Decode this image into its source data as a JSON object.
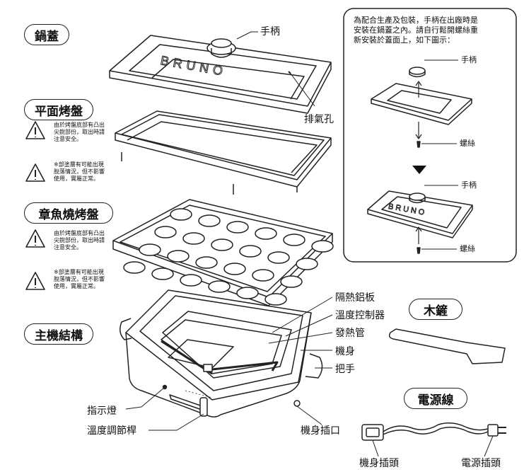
{
  "sections": {
    "lid": "鍋蓋",
    "flat_plate": "平面烤盤",
    "takoyaki_plate": "章魚燒烤盤",
    "main_unit": "主機結構",
    "spatula": "木鏟",
    "power_cord": "電源線"
  },
  "labels": {
    "handle": "手柄",
    "vent": "排氣孔",
    "heat_shield": "隔熱鋁板",
    "thermostat": "溫度控制器",
    "heater": "發熱管",
    "body": "機身",
    "side_handle": "把手",
    "indicator": "指示燈",
    "temp_knob": "溫度調節桿",
    "body_socket": "機身插口",
    "body_plug": "機身插頭",
    "power_plug": "電源插頭"
  },
  "warnings": {
    "flat_1": "由於烤盤底部有凸出尖銳部份，取出時請注意安全。",
    "flat_2": "※部塗層有可能出現脫落情況，但不影響使用，實屬正常。",
    "tako_1": "由於烤盤底部有凸出尖銳部份，取出時請注意安全。",
    "tako_2": "※部塗層有可能出現脫落情況，但不影響使用，實屬正常。"
  },
  "inset": {
    "note_line1": "為配合生產及包裝，手柄在出廠時是",
    "note_line2": "安裝在鍋蓋之內。請自行鬆開螺絲重",
    "note_line3": "新安裝於蓋面上，如下圖示：",
    "handle_1": "手柄",
    "screw_1": "螺絲",
    "handle_2": "手柄",
    "screw_2": "螺絲"
  },
  "brand": "BRUNO",
  "colors": {
    "line": "#222222",
    "fill": "#ffffff",
    "warn": "#000000"
  }
}
